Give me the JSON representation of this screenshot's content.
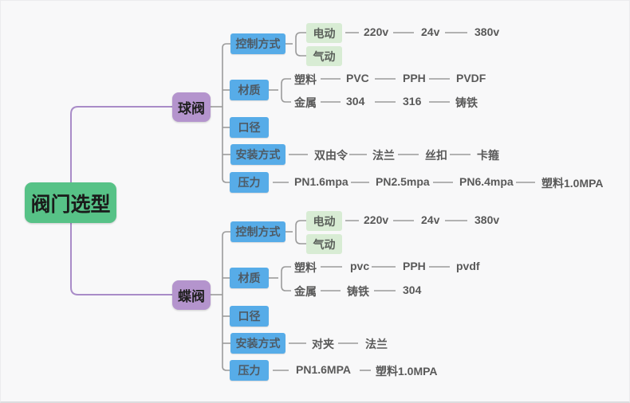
{
  "title": "阀门选型",
  "colors": {
    "background": "#f8f8f9",
    "root_green": "#57c287",
    "branch_purple": "#b494cd",
    "category_blue": "#57ace8",
    "leaf_green_bg": "#d8ecd4",
    "leaf_text": "#595959",
    "connector_purple": "#a98cc8",
    "connector_gray": "#9b9b9b"
  },
  "ball": {
    "label": "球阀",
    "control": {
      "label": "控制方式",
      "electric": "电动",
      "pneumatic": "气动",
      "voltages": [
        "220v",
        "24v",
        "380v"
      ]
    },
    "material": {
      "label": "材质",
      "plastic": "塑料",
      "plastic_types": [
        "PVC",
        "PPH",
        "PVDF"
      ],
      "metal": "金属",
      "metal_types": [
        "304",
        "316",
        "铸铁"
      ]
    },
    "diameter": {
      "label": "口径"
    },
    "install": {
      "label": "安装方式",
      "options": [
        "双由令",
        "法兰",
        "丝扣",
        "卡箍"
      ]
    },
    "pressure": {
      "label": "压力",
      "options": [
        "PN1.6mpa",
        "PN2.5mpa",
        "PN6.4mpa",
        "塑料1.0MPA"
      ]
    }
  },
  "butterfly": {
    "label": "蝶阀",
    "control": {
      "label": "控制方式",
      "electric": "电动",
      "pneumatic": "气动",
      "voltages": [
        "220v",
        "24v",
        "380v"
      ]
    },
    "material": {
      "label": "材质",
      "plastic": "塑料",
      "plastic_types": [
        "pvc",
        "PPH",
        "pvdf"
      ],
      "metal": "金属",
      "metal_types": [
        "铸铁",
        "304"
      ]
    },
    "diameter": {
      "label": "口径"
    },
    "install": {
      "label": "安装方式",
      "options": [
        "对夹",
        "法兰"
      ]
    },
    "pressure": {
      "label": "压力",
      "options": [
        "PN1.6MPA",
        "塑料1.0MPA"
      ]
    }
  }
}
